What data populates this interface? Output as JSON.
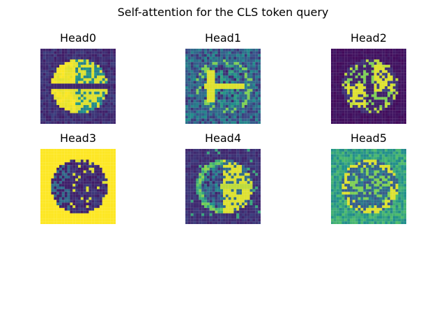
{
  "figure": {
    "title": "Self-attention for the CLS token query"
  },
  "colormap": [
    "#440154",
    "#3b528b",
    "#21918c",
    "#5ec962",
    "#fde725"
  ],
  "chart_data": [
    {
      "type": "heatmap",
      "title": "Head0",
      "grid_size": 28,
      "pattern": "bright-lobes",
      "background_level": 0.08,
      "noise": 0.15,
      "seed": 11
    },
    {
      "type": "heatmap",
      "title": "Head1",
      "grid_size": 28,
      "pattern": "cross-and-ring",
      "background_level": 0.32,
      "noise": 0.35,
      "seed": 23
    },
    {
      "type": "heatmap",
      "title": "Head2",
      "grid_size": 28,
      "pattern": "bright-lobes-dark-bg",
      "background_level": 0.03,
      "noise": 0.2,
      "seed": 37
    },
    {
      "type": "heatmap",
      "title": "Head3",
      "grid_size": 28,
      "pattern": "dark-brain-bright-bg",
      "background_level": 1.0,
      "noise": 0.2,
      "seed": 41
    },
    {
      "type": "heatmap",
      "title": "Head4",
      "grid_size": 28,
      "pattern": "bright-right-lobes",
      "background_level": 0.1,
      "noise": 0.25,
      "seed": 53
    },
    {
      "type": "heatmap",
      "title": "Head5",
      "grid_size": 28,
      "pattern": "ring-bright-bg",
      "background_level": 0.5,
      "noise": 0.3,
      "seed": 67
    }
  ]
}
